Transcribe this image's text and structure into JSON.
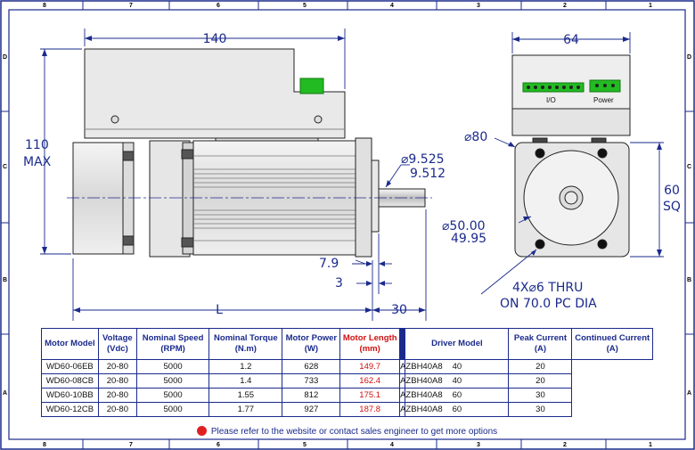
{
  "drawing": {
    "zones_top": [
      "8",
      "7",
      "6",
      "5",
      "4",
      "3",
      "2",
      "1"
    ],
    "zones_side": [
      "D",
      "C",
      "B",
      "A"
    ],
    "dims": {
      "width_overall": "140",
      "height_overall_1": "110",
      "height_overall_2": "MAX",
      "shaft_dia_1": "⌀9.525",
      "shaft_dia_2": "9.512",
      "pilot_dia_1": "⌀50.00",
      "pilot_dia_2": "49.95",
      "flange_dia": "⌀80",
      "driver_width": "64",
      "flange_sq_1": "60",
      "flange_sq_2": "SQ",
      "pilot_length": "7.9",
      "flange_thickness": "3",
      "body_length": "L",
      "shaft_length": "30",
      "holes_1": "4X⌀6 THRU",
      "holes_2": "ON 70.0 PC DIA"
    },
    "connector_labels": {
      "io": "I/O",
      "power": "Power"
    }
  },
  "table": {
    "headers": [
      {
        "text": "Motor Model",
        "red": false
      },
      {
        "text": "Voltage (Vdc)",
        "red": false
      },
      {
        "text": "Nominal Speed (RPM)",
        "red": false
      },
      {
        "text": "Nominal Torque (N.m)",
        "red": false
      },
      {
        "text": "Motor Power (W)",
        "red": false
      },
      {
        "text": "Motor Length (mm)",
        "red": true
      },
      {
        "text": "Driver Model",
        "red": false
      },
      {
        "text": "Peak Current (A)",
        "red": false
      },
      {
        "text": "Continued Current (A)",
        "red": false
      }
    ],
    "rows": [
      [
        "WD60-06EB",
        "20-80",
        "5000",
        "1.2",
        "628",
        "149.7",
        "AZBH40A8",
        "40",
        "20"
      ],
      [
        "WD60-08CB",
        "20-80",
        "5000",
        "1.4",
        "733",
        "162.4",
        "AZBH40A8",
        "40",
        "20"
      ],
      [
        "WD60-10BB",
        "20-80",
        "5000",
        "1.55",
        "812",
        "175.1",
        "AZBH40A8",
        "60",
        "30"
      ],
      [
        "WD60-12CB",
        "20-80",
        "5000",
        "1.77",
        "927",
        "187.8",
        "AZBH40A8",
        "60",
        "30"
      ]
    ],
    "note": "Please refer to the website or contact sales engineer to get  more options"
  },
  "colors": {
    "line": "#1a2a8c",
    "accent": "#d01010",
    "terminal": "#22bb22"
  }
}
